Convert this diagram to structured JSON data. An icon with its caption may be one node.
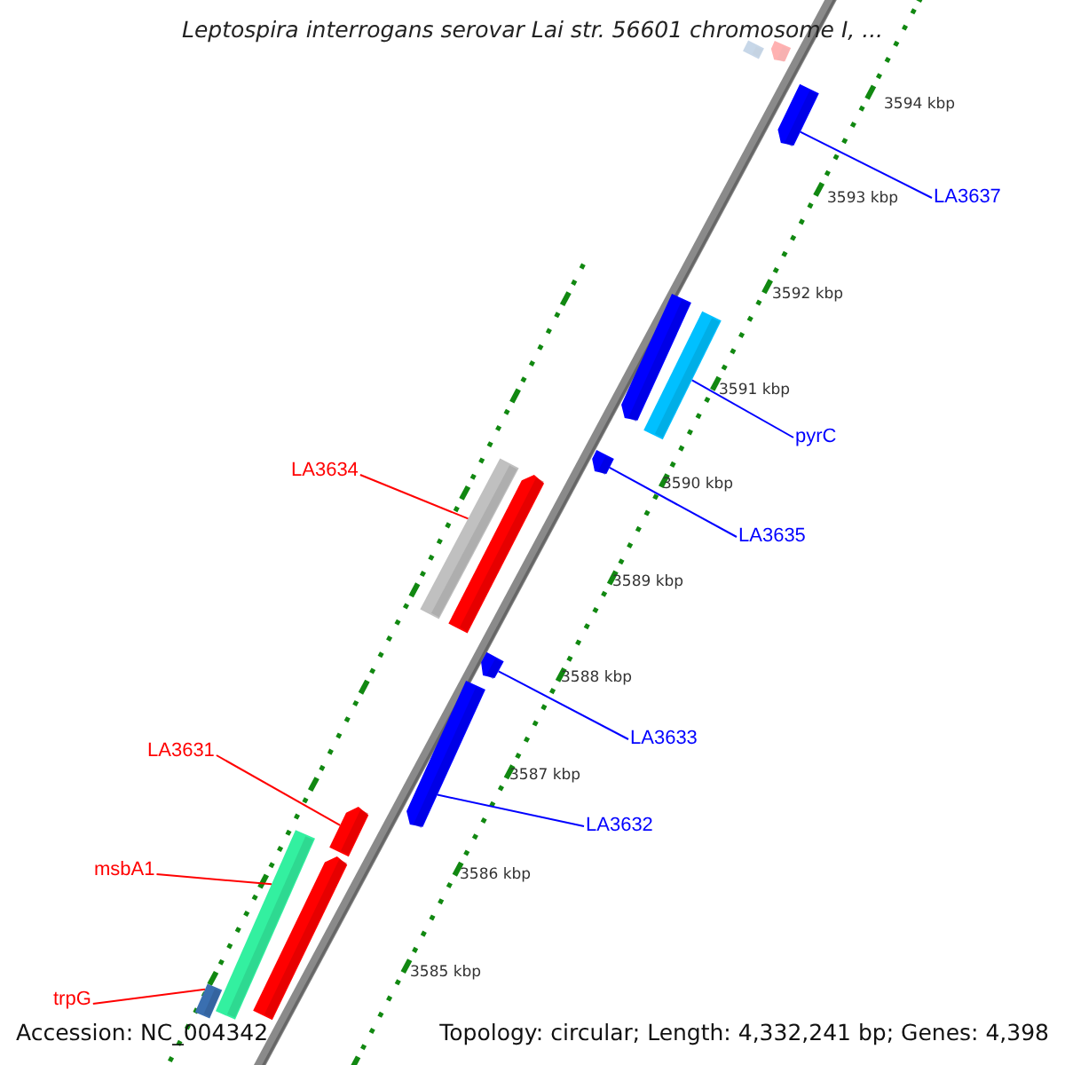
{
  "diagram": {
    "title": "Leptospira interrogans serovar Lai str. 56601 chromosome I, ...",
    "nodes": [
      {
        "text": [],
        "shape": "bar"
      },
      {
        "text": [],
        "shape": "arrow"
      },
      {
        "text": [],
        "shape": "arrow"
      },
      {
        "text": [
          "LA3637"
        ]
      },
      {
        "text": [],
        "shape": "arrow"
      },
      {
        "text": [],
        "shape": "bar"
      },
      {
        "text": [
          "pyrC"
        ]
      },
      {
        "text": [],
        "shape": "arrow"
      },
      {
        "text": [
          "LA3634"
        ]
      },
      {
        "text": [
          "LA3635"
        ]
      },
      {
        "text": [],
        "shape": "bar"
      },
      {
        "text": [],
        "shape": "arrow"
      },
      {
        "text": [],
        "shape": "arrow"
      },
      {
        "text": [
          "LA3633"
        ]
      },
      {
        "text": [
          "LA3631"
        ]
      },
      {
        "text": [],
        "shape": "arrow"
      },
      {
        "text": [
          "LA3632"
        ]
      },
      {
        "text": [],
        "shape": "arrow"
      },
      {
        "text": [
          "msbA1"
        ]
      },
      {
        "text": [],
        "shape": "bar"
      },
      {
        "text": [],
        "shape": "arrow"
      },
      {
        "text": [
          "trpG"
        ]
      },
      {
        "text": [],
        "shape": "bar"
      }
    ],
    "edges": [
      {
        "from": 3,
        "to": 2,
        "arrow": "none"
      },
      {
        "from": 6,
        "to": 5,
        "arrow": "none"
      },
      {
        "from": 9,
        "to": 7,
        "arrow": "none"
      },
      {
        "from": 8,
        "to": 10,
        "arrow": "none",
        "color": "#ff0000"
      },
      {
        "from": 13,
        "to": 12,
        "arrow": "none"
      },
      {
        "from": 16,
        "to": 15,
        "arrow": "none"
      },
      {
        "from": 14,
        "to": 17,
        "arrow": "none",
        "color": "#ff0000"
      },
      {
        "from": 18,
        "to": 19,
        "arrow": "none",
        "color": "#ff0000"
      },
      {
        "from": 21,
        "to": 22,
        "arrow": "none",
        "color": "#ff0000"
      }
    ],
    "labels": [
      "3594 kbp",
      "3593 kbp",
      "3592 kbp",
      "3591 kbp",
      "3590 kbp",
      "3589 kbp",
      "3588 kbp",
      "3587 kbp",
      "3586 kbp",
      "3585 kbp",
      "Accession: NC_004342",
      "Topology: circular; Length: 4,332,241 bp; Genes: 4,398"
    ]
  }
}
